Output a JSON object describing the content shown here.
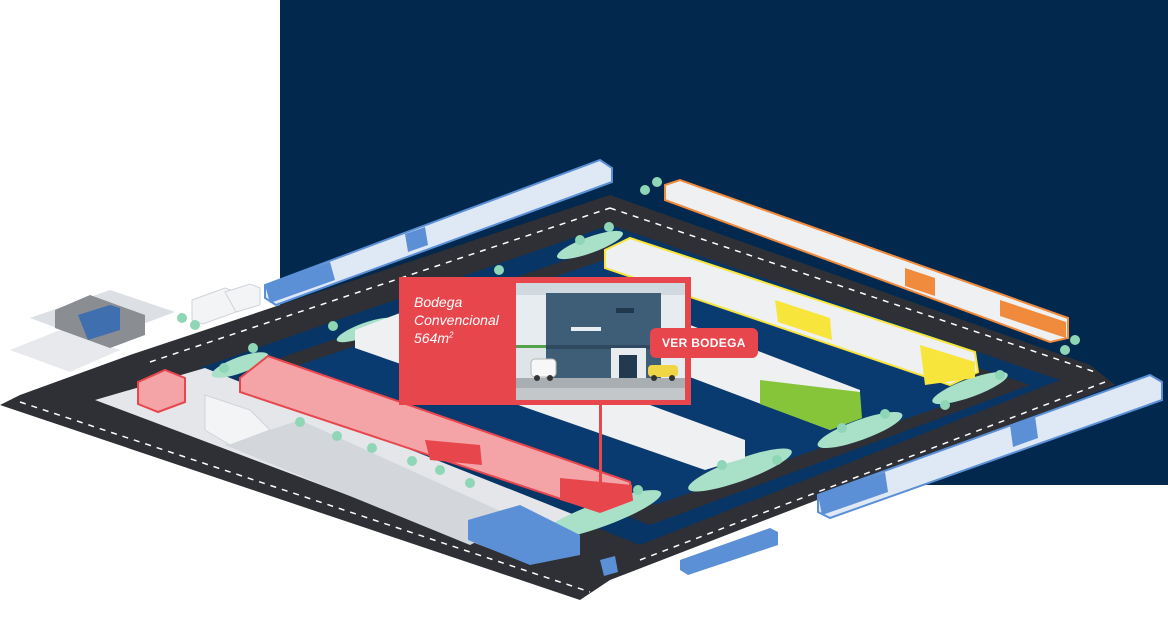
{
  "tooltip": {
    "line1": "Bodega",
    "line2": "Convencional",
    "area_value": "564m",
    "area_unit_sup": "2",
    "button_label": "VER BODEGA"
  },
  "colors": {
    "navy_background": "#02294d",
    "road": "#2e3035",
    "road_stripe": "#ffffff",
    "green_area": "#a9e0c8",
    "tree": "#8fd6b6",
    "warehouse_white": "#eef0f2",
    "warehouse_blue": "#3f6fae",
    "light_blue_strip": "#5b8fd6",
    "orange_strip": "#f08a3c",
    "yellow_highlight": "#f7e53b",
    "green_highlight": "#86c53a",
    "red_highlight": "#e8464d",
    "pink_selected": "#f4a3a7"
  }
}
